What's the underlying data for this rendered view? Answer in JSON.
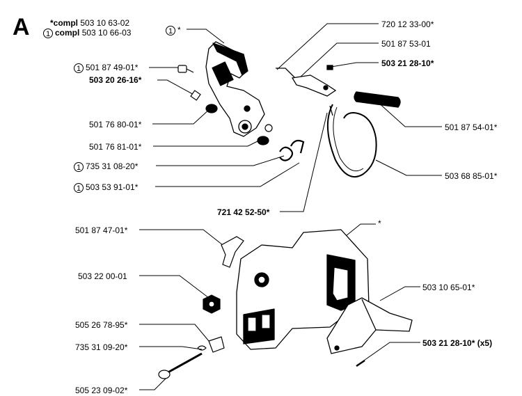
{
  "header": {
    "letter": "A",
    "compl1_prefix": "*compl",
    "compl1_num": "503 10 63-02",
    "compl2_mark": "1",
    "compl2_prefix": "compl",
    "compl2_num": "503 10 66-03"
  },
  "labels": {
    "l01_mark": "1",
    "l01": "*",
    "l02_mark": "1",
    "l02": "501 87 49-01*",
    "l03": "503 20 26-16*",
    "l04": "501 76 80-01*",
    "l05": "501 76 81-01*",
    "l06_mark": "1",
    "l06": "735 31 08-20*",
    "l07_mark": "1",
    "l07": "503 53 91-01*",
    "l08": "720 12 33-00*",
    "l09": "501 87 53-01",
    "l10": "503 21 28-10*",
    "l11": "501 87 54-01*",
    "l12": "503 68 85-01*",
    "l13": "721 42 52-50*",
    "l14": "501 87 47-01*",
    "l15": "*",
    "l16": "503 22 00-01",
    "l17": "503 10 65-01*",
    "l18": "505 26 78-95*",
    "l19": "735 31 09-20*",
    "l20": "503 21 28-10* (x5)",
    "l21": "505 23 09-02*"
  }
}
